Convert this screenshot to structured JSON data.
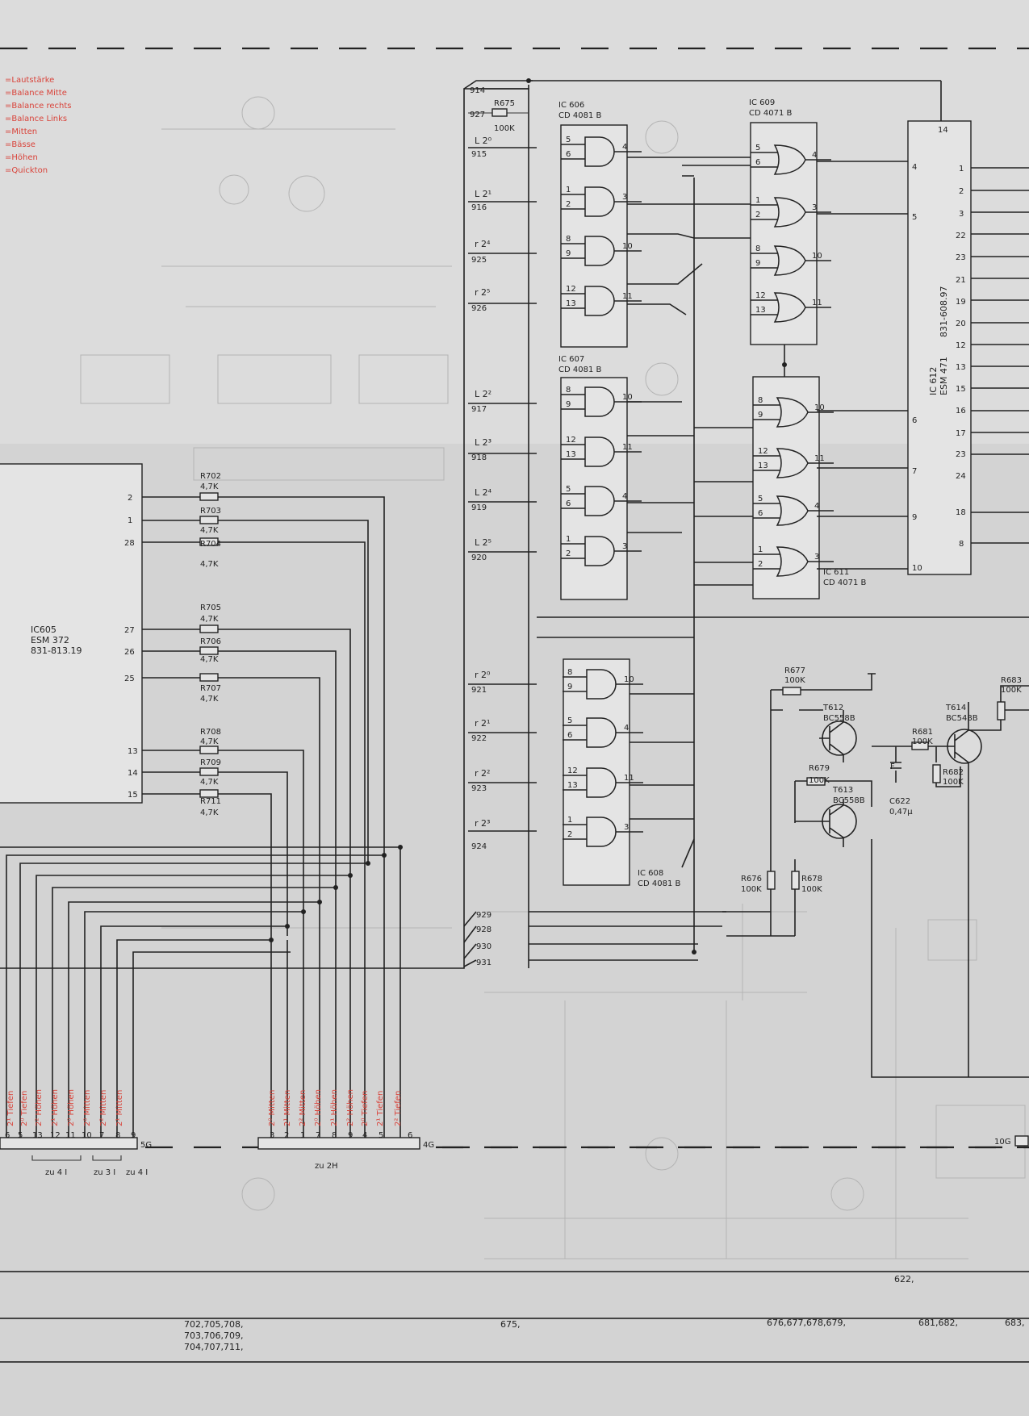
{
  "legend": [
    "=Lautstärke",
    "=Balance Mitte",
    "=Balance rechts",
    "=Balance Links",
    "=Mitten",
    "=Bässe",
    "=Höhen",
    "=Quickton"
  ],
  "ics": {
    "ic605": {
      "ref": "IC605",
      "type": "ESM 372",
      "code": "831-813.19"
    },
    "ic606": {
      "ref": "IC 606",
      "type": "CD 4081 B"
    },
    "ic607": {
      "ref": "IC 607",
      "type": "CD 4081 B"
    },
    "ic608": {
      "ref": "IC 608",
      "type": "CD 4081 B"
    },
    "ic609": {
      "ref": "IC 609",
      "type": "CD 4071 B"
    },
    "ic611": {
      "ref": "IC 611",
      "type": "CD 4071 B"
    },
    "ic612": {
      "ref": "IC 612",
      "type": "ESM 471",
      "code": "831-608.97"
    }
  },
  "resistors": {
    "r702": {
      "ref": "R702",
      "val": "4,7K"
    },
    "r703": {
      "ref": "R703",
      "val": "4,7K"
    },
    "r704": {
      "ref": "R704",
      "val": "4,7K"
    },
    "r705": {
      "ref": "R705",
      "val": "4,7K"
    },
    "r706": {
      "ref": "R706",
      "val": "4,7K"
    },
    "r707": {
      "ref": "R707",
      "val": "4,7K"
    },
    "r708": {
      "ref": "R708",
      "val": "4,7K"
    },
    "r709": {
      "ref": "R709",
      "val": "4,7K"
    },
    "r711": {
      "ref": "R711",
      "val": "4,7K"
    },
    "r675": {
      "ref": "R675",
      "val": "100K"
    },
    "r676": {
      "ref": "R676",
      "val": "100K"
    },
    "r677": {
      "ref": "R677",
      "val": "100K"
    },
    "r678": {
      "ref": "R678",
      "val": "100K"
    },
    "r679": {
      "ref": "R679",
      "val": "100K"
    },
    "r681": {
      "ref": "R681",
      "val": "100K"
    },
    "r682": {
      "ref": "R682",
      "val": "100K"
    },
    "r683": {
      "ref": "R683",
      "val": "100K"
    }
  },
  "transistors": {
    "t612": {
      "ref": "T612",
      "type": "BC558B"
    },
    "t613": {
      "ref": "T613",
      "type": "BC558B"
    },
    "t614": {
      "ref": "T614",
      "type": "BC548B"
    }
  },
  "capacitor": {
    "ref": "C622",
    "val": "0,47µ"
  },
  "ic605_pins": [
    "2",
    "1",
    "28",
    "27",
    "26",
    "25",
    "13",
    "14",
    "15"
  ],
  "ic612_left_pins": [
    "14",
    "4",
    "5",
    "6",
    "7",
    "9",
    "10"
  ],
  "ic612_right_pins": [
    "1",
    "2",
    "3",
    "22",
    "23",
    "21",
    "19",
    "20",
    "12",
    "13",
    "15",
    "16",
    "17",
    "23",
    "24",
    "18",
    "8"
  ],
  "nets_left": [
    "914",
    "927",
    "915",
    "916",
    "925",
    "926",
    "917",
    "918",
    "919",
    "920",
    "921",
    "922",
    "923",
    "924",
    "929",
    "928",
    "930",
    "931"
  ],
  "input_labels": [
    "L 2⁰",
    "L 2¹",
    "r 2⁴",
    "r 2⁵",
    "L 2²",
    "L 2³",
    "L 2⁴",
    "L 2⁵",
    "r 2⁰",
    "r 2¹",
    "r 2²",
    "r 2³"
  ],
  "conn5G": {
    "name": "5G",
    "pins": [
      "6",
      "5",
      "13",
      "12",
      "11",
      "10",
      "7",
      "8",
      "9"
    ],
    "labels": [
      "2¹ Tiefen",
      "2⁰ Tiefen",
      "2² Höhen",
      "2¹ Höhen",
      "2⁰ Höhen",
      "2⁰ Mitten",
      "2² Mitten",
      "2¹ Mitten",
      ""
    ]
  },
  "conn4G": {
    "name": "4G",
    "pins": [
      "3",
      "2",
      "1",
      "7",
      "8",
      "9",
      "4",
      "5",
      "6"
    ],
    "labels": [
      "2⁰ Mitten",
      "2¹ Mitten",
      "2² Mitten",
      "2⁰ Höhen",
      "2¹ Höhen",
      "2² Höhen",
      "2⁰ Tiefen",
      "2¹ Tiefen",
      "2² Tiefen"
    ]
  },
  "conn10G": "10G",
  "zu_labels": [
    "zu 4 I",
    "zu 3 I",
    "zu 4 I",
    "zu 2H"
  ],
  "footer": {
    "r1": "622,",
    "r2a": "702,705,708,",
    "r2b": "703,706,709,",
    "r2c": "704,707,711,",
    "r3": "675,",
    "r4": "676,677,678,679,",
    "r5": "681,682,",
    "r6": "683,"
  }
}
